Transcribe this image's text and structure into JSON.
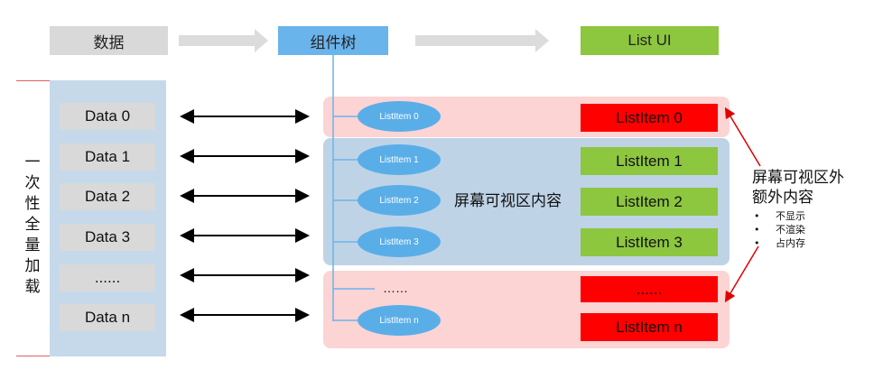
{
  "flow": {
    "data_label": "数据",
    "tree_label": "组件树",
    "ui_label": "List UI"
  },
  "left_panel": {
    "vertical_label": [
      "一",
      "次",
      "性",
      "全",
      "量",
      "加",
      "载"
    ],
    "items": [
      "Data 0",
      "Data 1",
      "Data 2",
      "Data 3",
      "......",
      "Data n"
    ]
  },
  "tree": {
    "items": [
      "ListItem 0",
      "ListItem 1",
      "ListItem 2",
      "ListItem 3",
      "……",
      "ListItem n"
    ]
  },
  "visible_region_label": "屏幕可视区内容",
  "ui_items": [
    "ListItem 0",
    "ListItem 1",
    "ListItem 2",
    "ListItem 3",
    "......",
    "ListItem n"
  ],
  "offscreen": {
    "title_line1": "屏幕可视区外",
    "title_line2": "额外内容",
    "bullets": [
      "不显示",
      "不渲染",
      "占内存"
    ]
  },
  "colors": {
    "data_box": "#d9d9d9",
    "tree_box": "#6ab4ec",
    "ui_box": "#8dc63f",
    "offscreen_item": "#ff0000",
    "offscreen_region": "#fcd4d4",
    "visible_region": "#bfd3e6",
    "left_panel": "#c5d9ea",
    "oval": "#5aaee8"
  }
}
